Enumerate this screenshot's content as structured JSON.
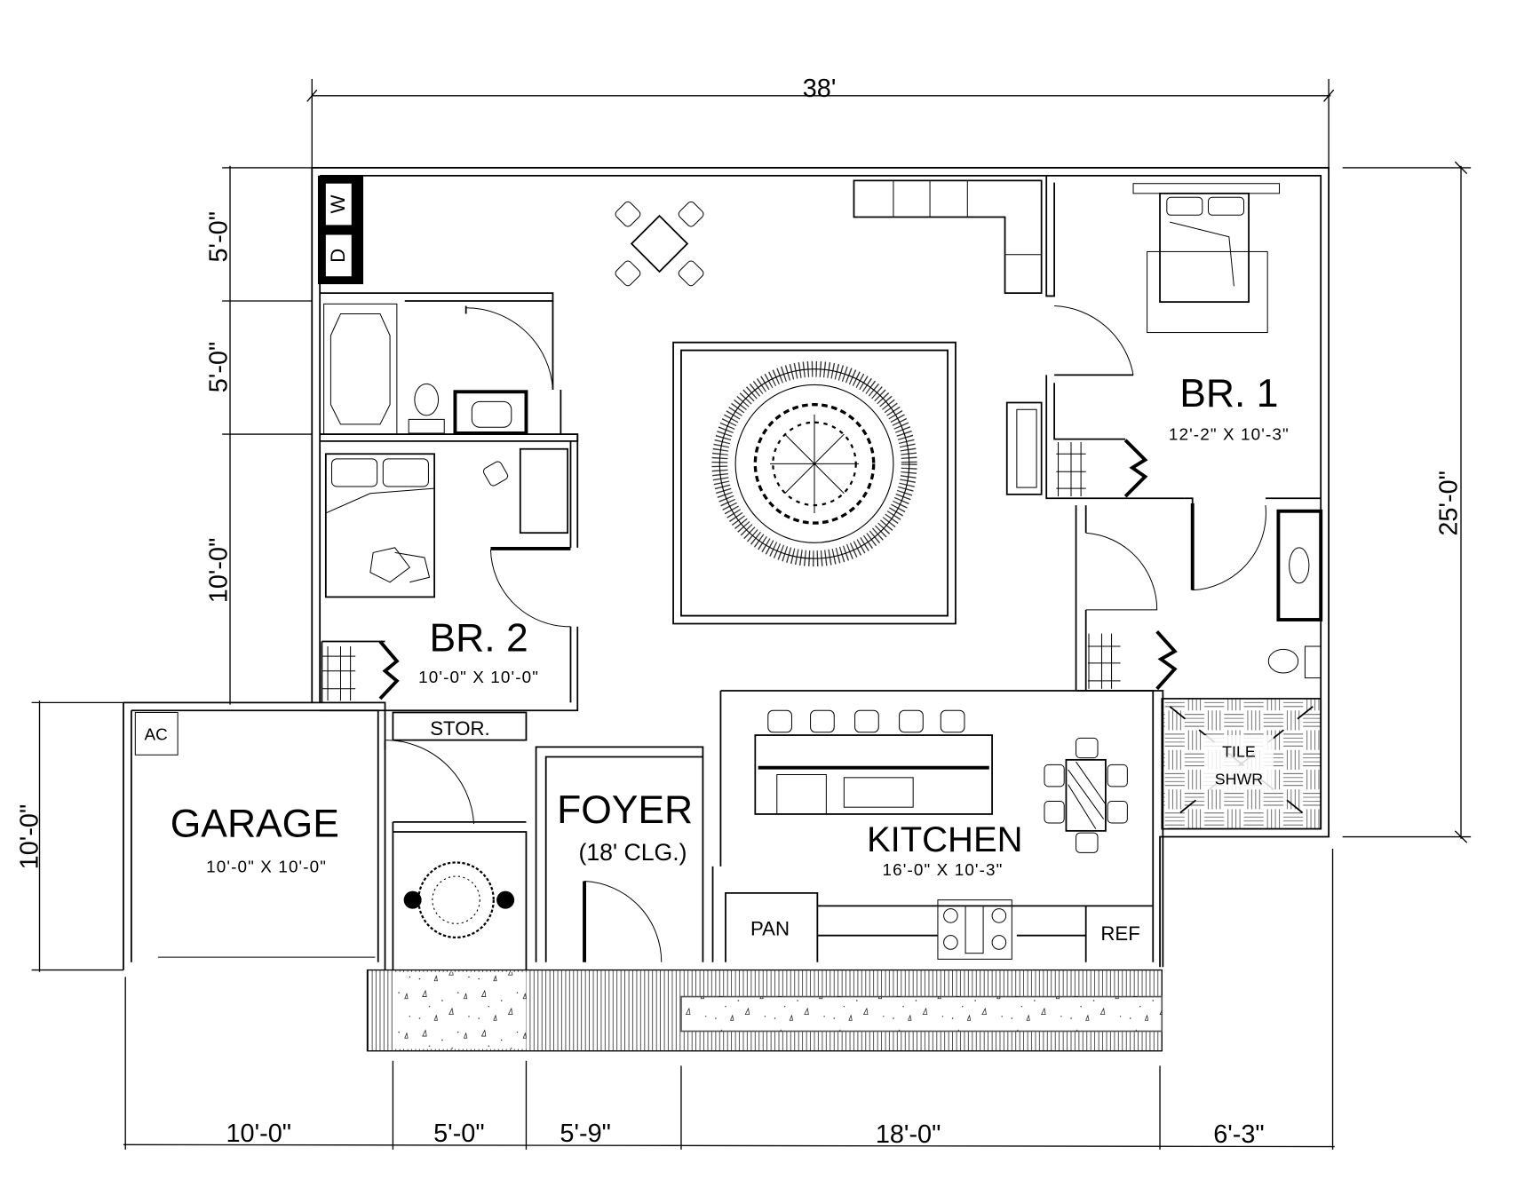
{
  "dimensions": {
    "overall_width": "38'",
    "overall_depth": "25'-0\"",
    "left_segments": [
      "5'-0\"",
      "5'-0\"",
      "10'-0\""
    ],
    "garage_depth": "10'-0\"",
    "bottom_segments": [
      "10'-0\"",
      "5'-0\"",
      "5'-9\"",
      "18'-0\"",
      "6'-3\""
    ]
  },
  "rooms": {
    "br1": {
      "name": "BR. 1",
      "size": "12'-2\" X 10'-3\""
    },
    "br2": {
      "name": "BR. 2",
      "size": "10'-0\" X 10'-0\""
    },
    "garage": {
      "name": "GARAGE",
      "size": "10'-0\" X 10'-0\""
    },
    "foyer": {
      "name": "FOYER",
      "note": "(18' CLG.)"
    },
    "kitchen": {
      "name": "KITCHEN",
      "size": "16'-0\" X 10'-3\""
    }
  },
  "labels": {
    "washer": "W",
    "dryer": "D",
    "storage": "STOR.",
    "ac": "AC",
    "pantry": "PAN",
    "refrigerator": "REF",
    "shower_line1": "TILE",
    "shower_line2": "SHWR"
  }
}
